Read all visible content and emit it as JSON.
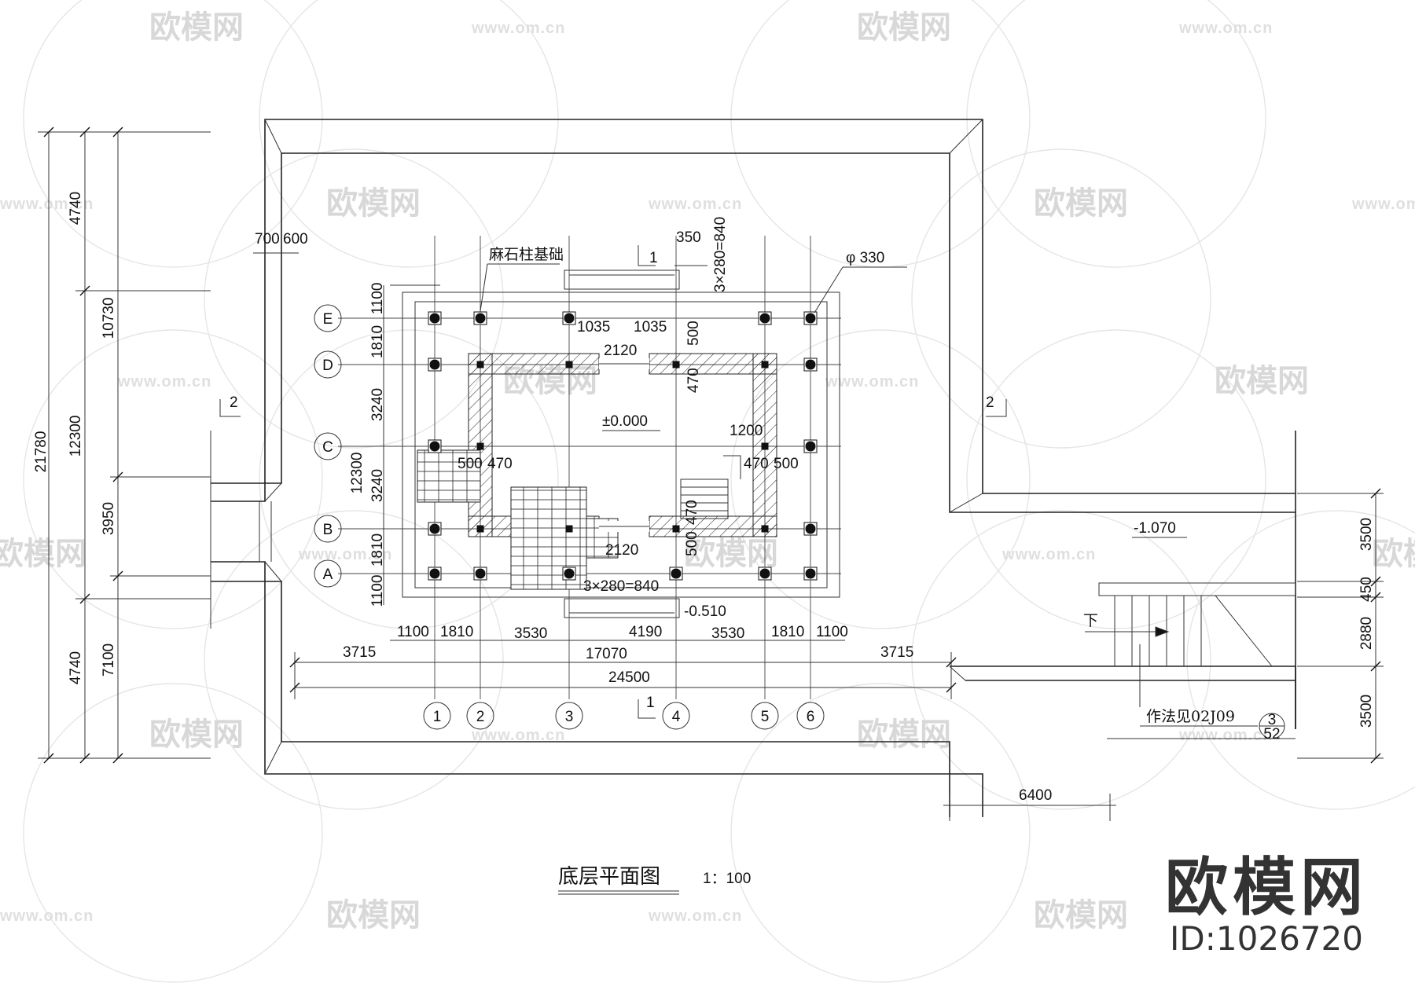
{
  "drawing": {
    "title": "底层平面图",
    "scale": "1：100",
    "note_column_base": "麻石柱基础",
    "note_diameter": "φ 330",
    "note_method": "作法见02J09",
    "detail_ref_top": "3",
    "detail_ref_bottom": "52",
    "elev_main": "±0.000",
    "elev_entry": "-0.510",
    "elev_lower": "-1.070",
    "stair_down": "下",
    "section_1": "1",
    "section_2": "2",
    "stair_spec_top": "3×280=840",
    "stair_spec_bottom": "3×280=840"
  },
  "grid_axes": {
    "vertical": [
      "1",
      "2",
      "3",
      "4",
      "5",
      "6"
    ],
    "horizontal": [
      "E",
      "D",
      "C",
      "B",
      "A"
    ]
  },
  "dimensions": {
    "left_outer": [
      "4740",
      "10730",
      "12300",
      "3950",
      "7100",
      "4740",
      "21780"
    ],
    "left_inner": [
      "1100",
      "1810",
      "3240",
      "3240",
      "1810",
      "1100",
      "12300"
    ],
    "top": [
      "700",
      "600",
      "350"
    ],
    "bottom_row1": [
      "1100",
      "1810",
      "3530",
      "4190",
      "3530",
      "1810",
      "1100"
    ],
    "bottom_row2": [
      "3715",
      "17070",
      "3715"
    ],
    "bottom_total": "24500",
    "inner": [
      "1035",
      "1035",
      "2120",
      "500",
      "470",
      "500",
      "470",
      "470",
      "500",
      "500",
      "470",
      "2120",
      "1200"
    ],
    "right": [
      "3500",
      "450",
      "2880",
      "3500"
    ],
    "ramp": "6400"
  },
  "brand": {
    "name": "欧模网",
    "id": "ID:1026720",
    "watermark": "欧模网",
    "watermark_url": "www.om.cn"
  }
}
